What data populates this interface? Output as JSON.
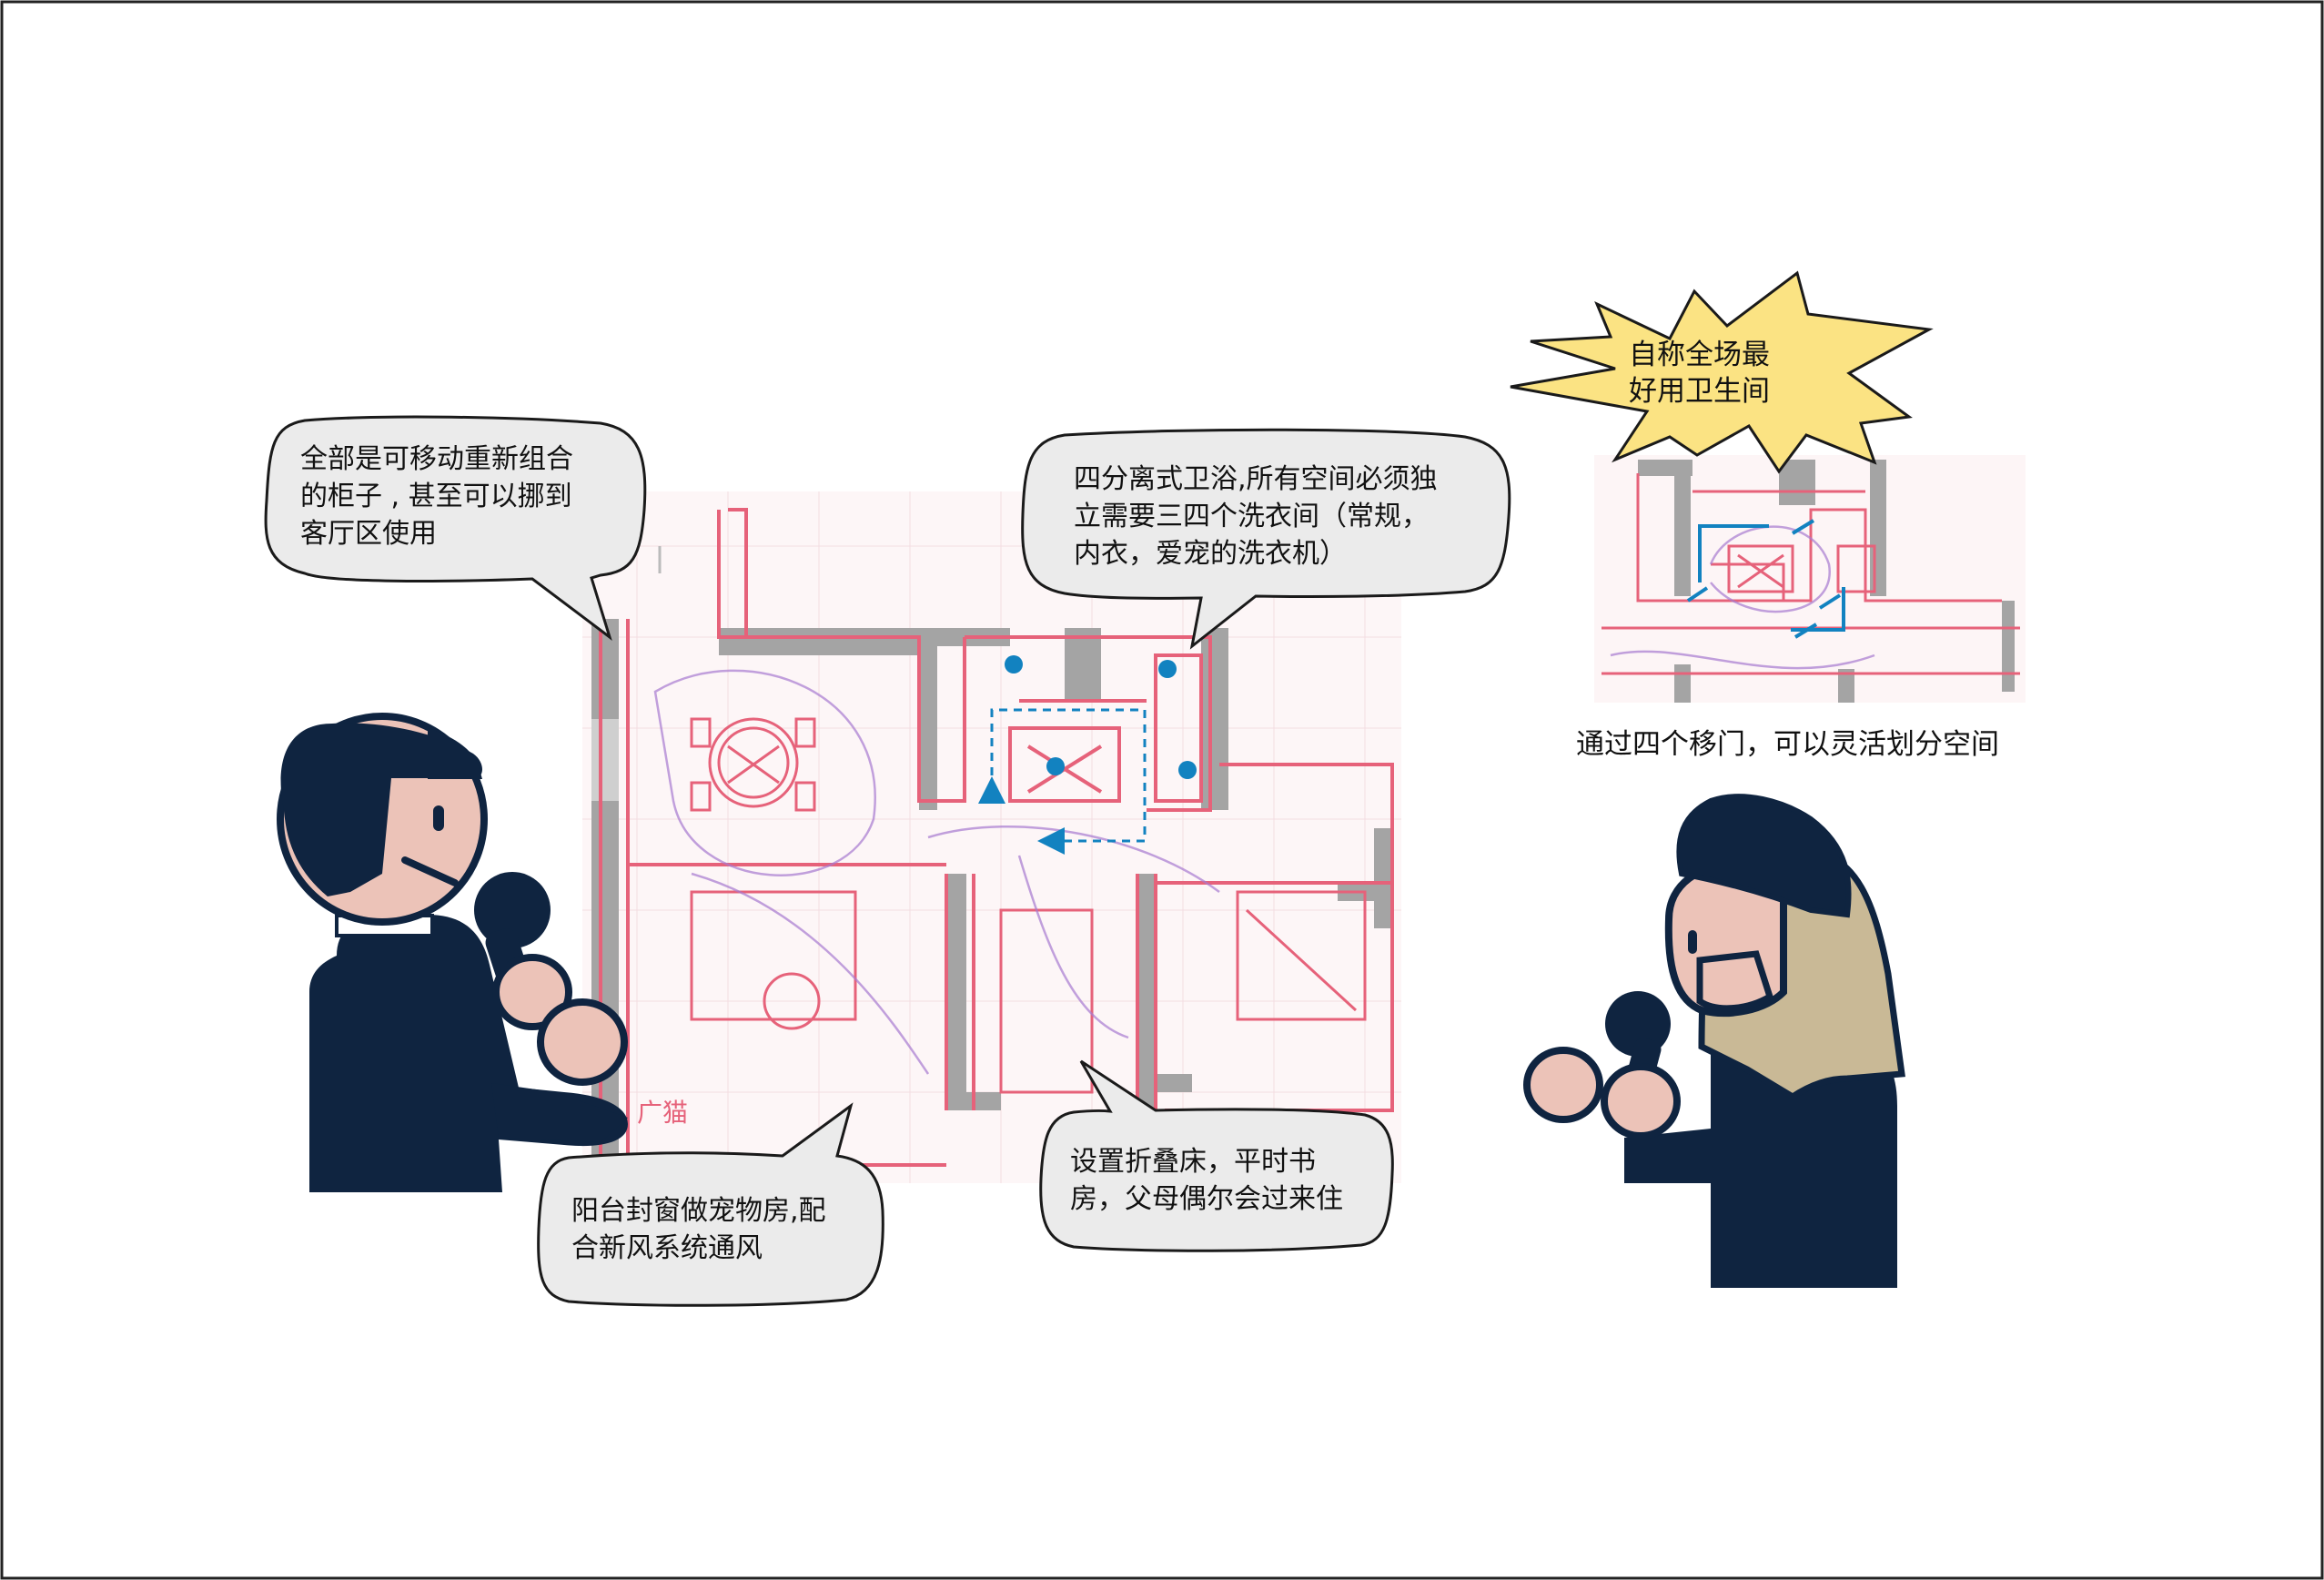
{
  "colors": {
    "ink": "#0f2440",
    "skin": "#ecc3b8",
    "hair": "#c9b996",
    "bubble": "#ebebeb",
    "burst": "#fbe383",
    "accent": "#1282c0",
    "plan_line": "#e6627a",
    "wall": "#9e9e9e"
  },
  "bubbles": {
    "cabinets": {
      "line1": "全部是可移动重新组合",
      "line2": "的柜子 , 甚至可以挪到",
      "line3": "客厅区使用"
    },
    "bathroom": {
      "line1": "四分离式卫浴,所有空间必须独",
      "line2": "立需要三四个洗衣间（常规，",
      "line3": "内衣，爱宠的洗衣机）"
    },
    "balcony": {
      "line1": "阳台封窗做宠物房,配",
      "line2": "合新风系统通风"
    },
    "study": {
      "line1": "设置折叠床，平时书",
      "line2": "房，父母偶尔会过来住"
    }
  },
  "burst": {
    "line1": "自称全场最",
    "line2": "好用卫生间"
  },
  "caption": "通过四个移门，可以灵活划分空间",
  "icons": [
    "man-with-microphone-figure",
    "woman-with-microphone-figure",
    "starburst-badge",
    "floor-plan-sketch",
    "bathroom-detail-sketch"
  ]
}
